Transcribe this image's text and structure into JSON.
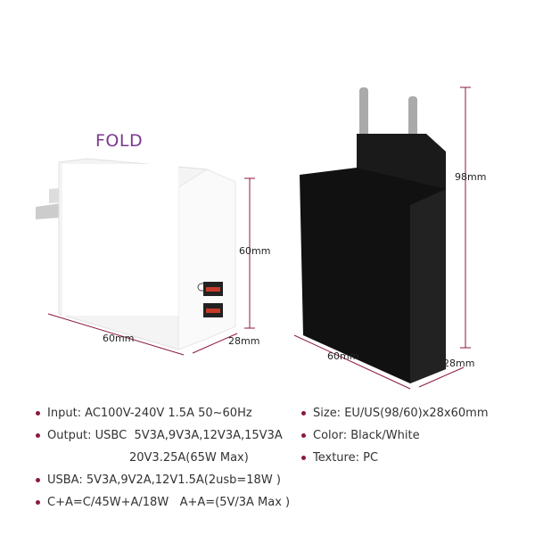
{
  "fold_label": "FOLD",
  "white_charger": {
    "height": "60mm",
    "width": "60mm",
    "depth": "28mm"
  },
  "black_charger": {
    "height": "98mm",
    "width": "60mm",
    "depth": "28mm"
  },
  "specs_left": [
    "Input: AC100V-240V 1.5A 50~60Hz",
    "Output: USBC  5V3A,9V3A,12V3A,15V3A",
    "20V3.25A(65W Max)",
    "USBA: 5V3A,9V2A,12V1.5A(2usb=18W )",
    "C+A=C/45W+A/18W   A+A=(5V/3A Max )"
  ],
  "specs_right": [
    "Size: EU/US(98/60)x28x60mm",
    "Color: Black/White",
    "Texture: PC"
  ],
  "colors": {
    "accent": "#8b1a3e",
    "fold": "#7a3a8e"
  }
}
